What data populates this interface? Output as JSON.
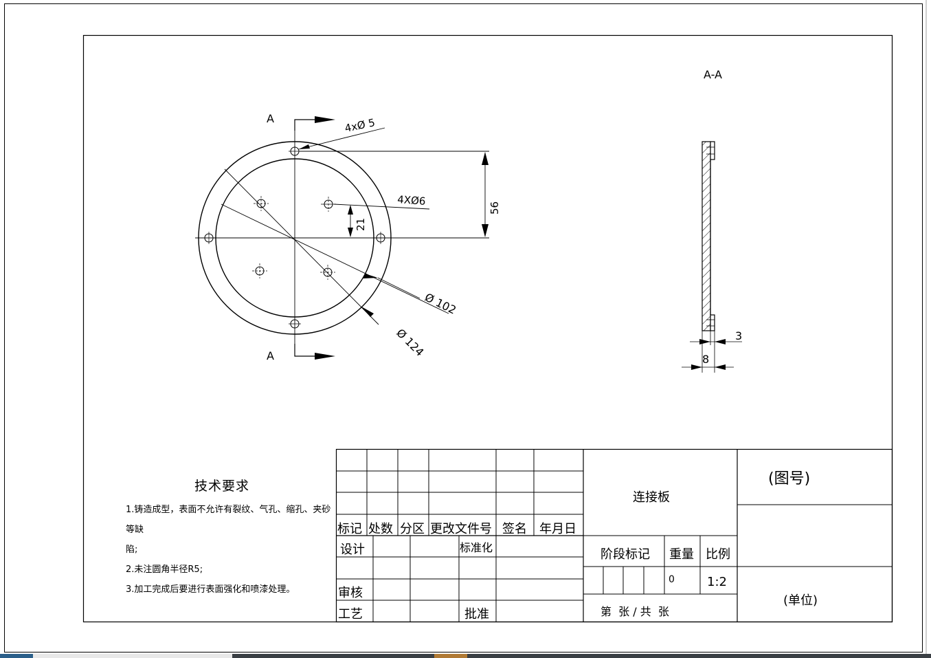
{
  "drawing": {
    "section_marks": {
      "cut_start": "A",
      "cut_end": "A",
      "view_label": "A-A"
    },
    "dimensions": {
      "outer_holes": "4xØ 5",
      "inner_holes": "4XØ6",
      "vertical_56": "56",
      "vertical_21": "21",
      "dia_inner": "Ø 102",
      "dia_outer": "Ø 124",
      "thickness_3": "3",
      "thickness_8": "8"
    }
  },
  "tech_requirements": {
    "title": "技术要求",
    "lines": [
      "1.铸造成型，表面不允许有裂纹、气孔、缩孔、夹砂等缺",
      "陷;",
      "2.未注圆角半径R5;",
      "3.加工完成后要进行表面强化和喷漆处理。"
    ]
  },
  "title_block": {
    "rev_headers": [
      "标记",
      "处数",
      "分区",
      "更改文件号",
      "签名",
      "年月日"
    ],
    "design": "设计",
    "standardize": "标准化",
    "review": "审核",
    "process": "工艺",
    "approve": "批准",
    "part_name": "连接板",
    "stage_mark": "阶段标记",
    "weight_label": "重量",
    "scale_label": "比例",
    "weight_value": "0",
    "scale_value": "1:2",
    "sheet_info": "第  张 / 共  张",
    "drawing_no": "(图号)",
    "unit": "(单位)"
  }
}
